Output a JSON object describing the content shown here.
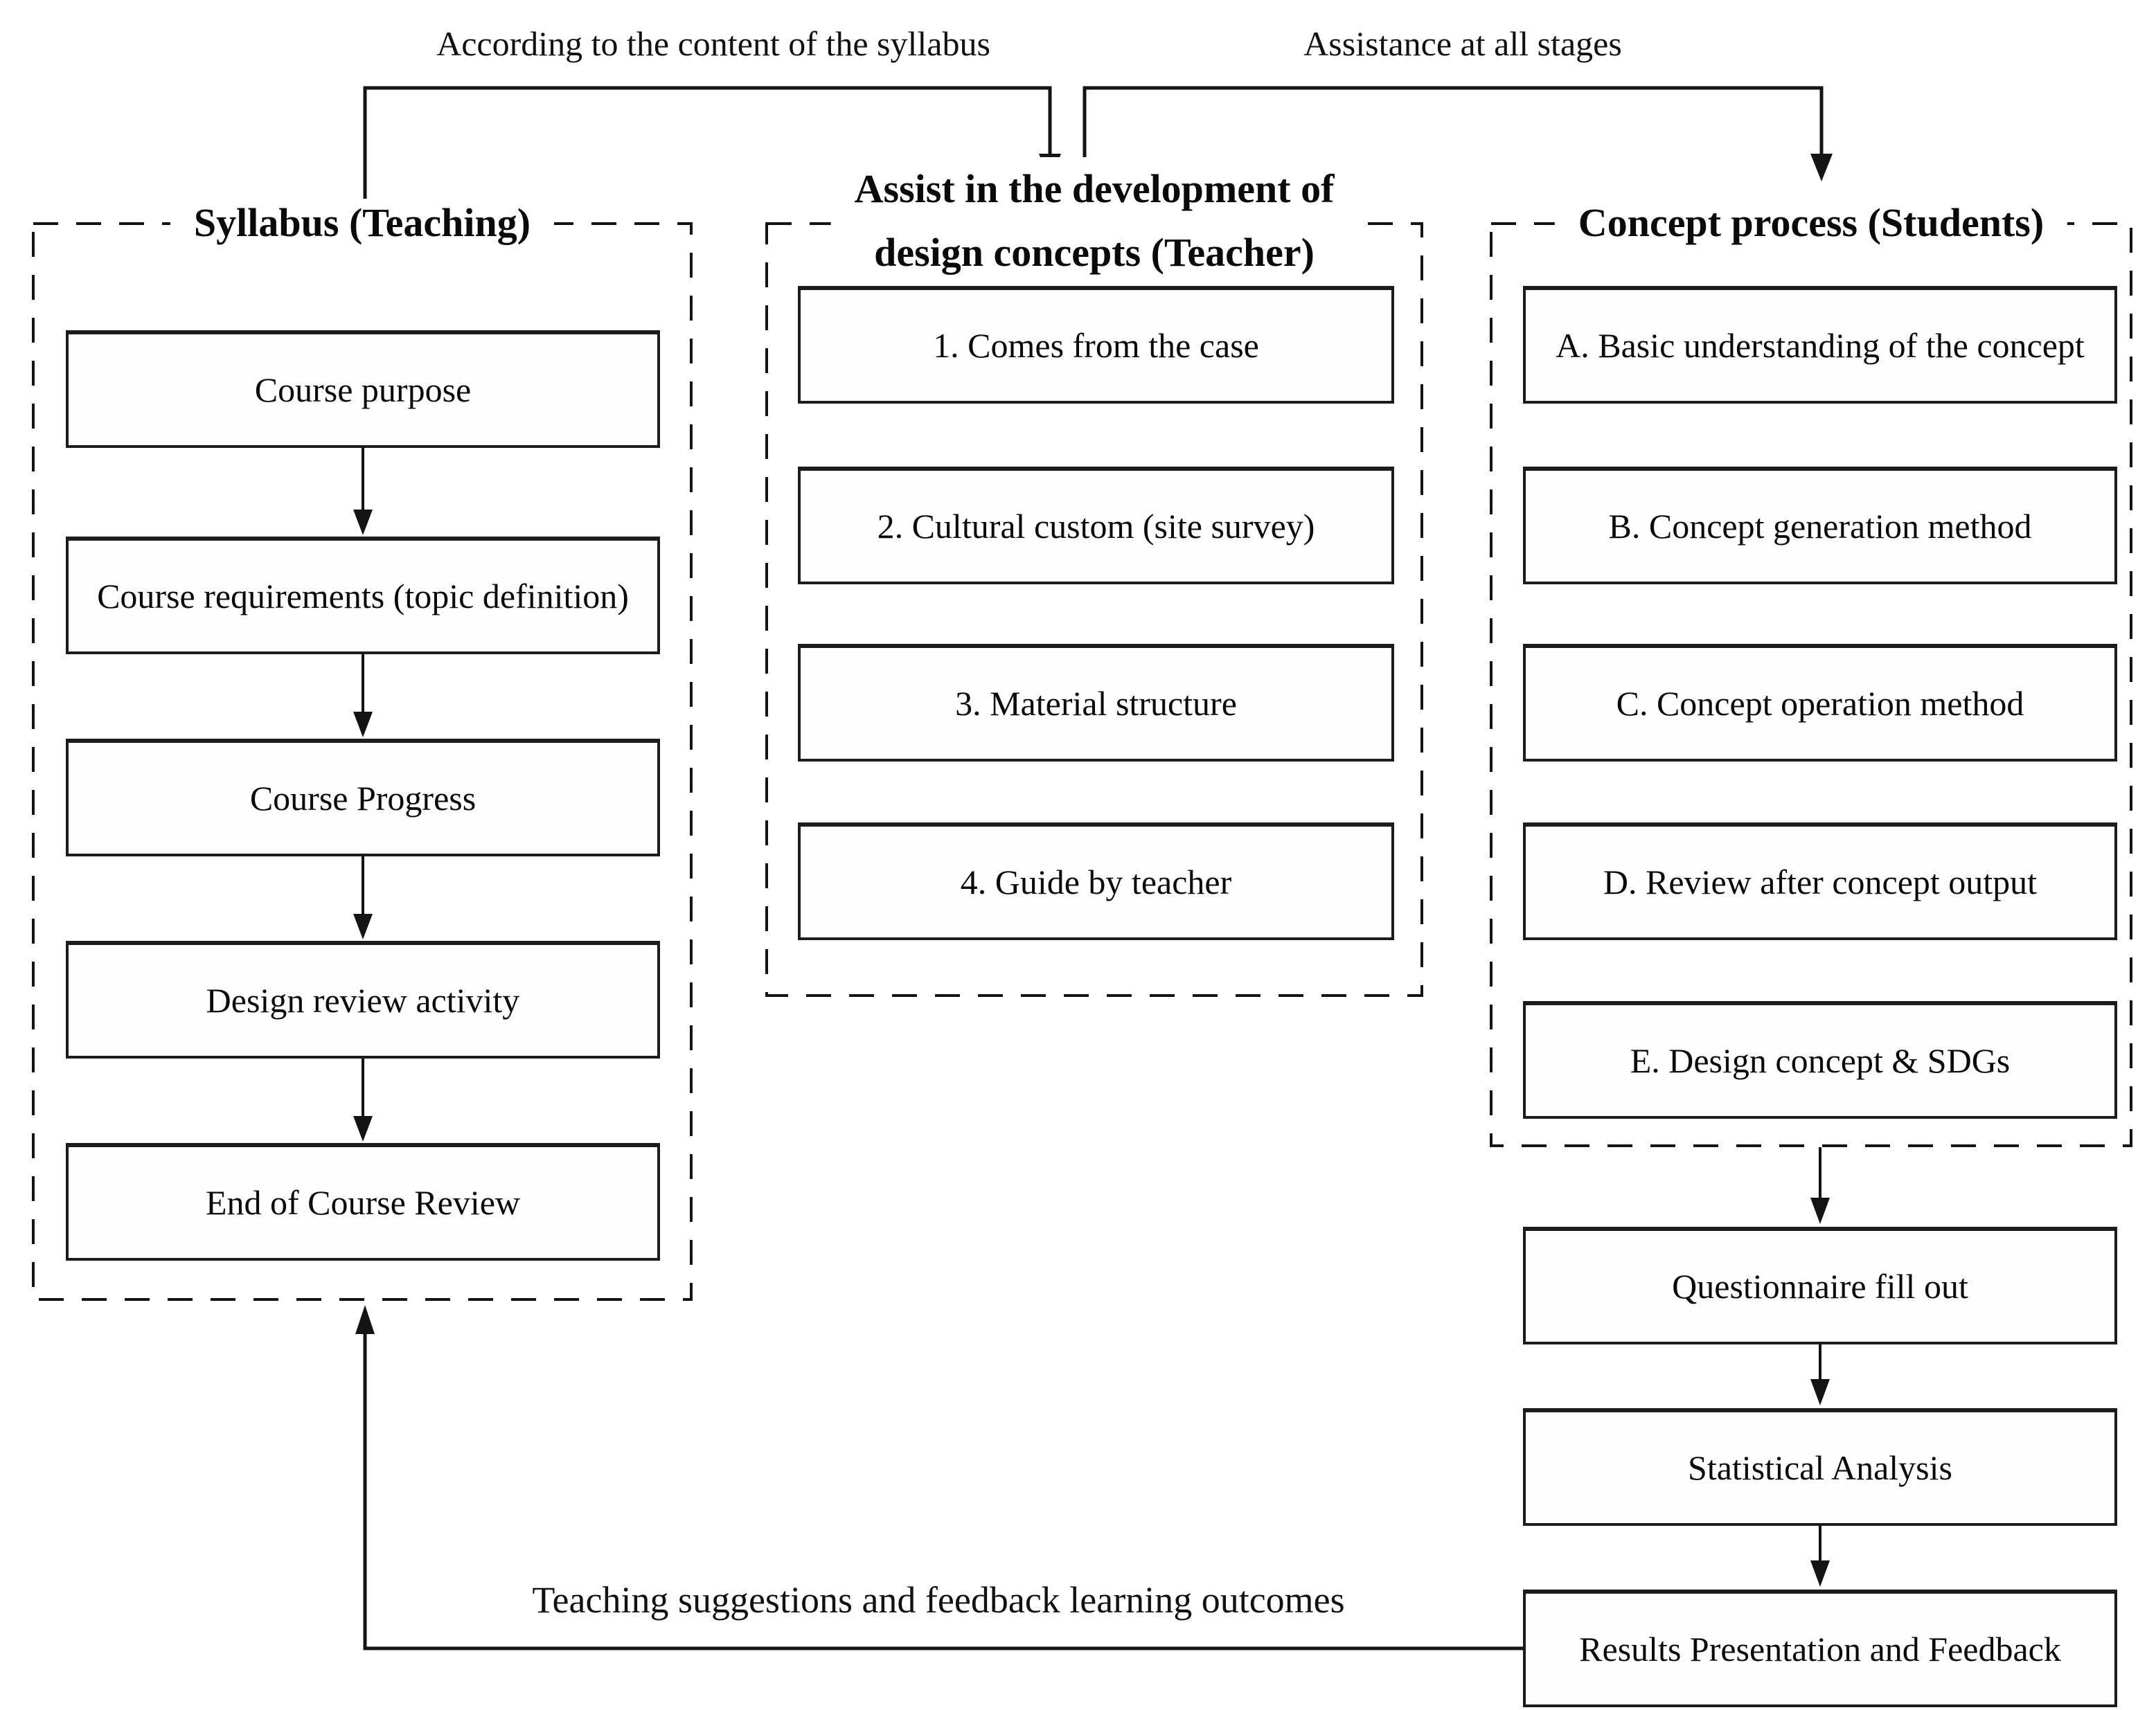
{
  "top_labels": {
    "left": "According to the content of the syllabus",
    "right": "Assistance at all stages"
  },
  "columns": {
    "syllabus": {
      "title": "Syllabus (Teaching)",
      "boxes": [
        "Course purpose",
        "Course requirements (topic definition)",
        "Course Progress",
        "Design review activity",
        "End of Course Review"
      ]
    },
    "assist": {
      "title_line1": "Assist in the development of",
      "title_line2": "design concepts (Teacher)",
      "boxes": [
        "1. Comes from the case",
        "2. Cultural custom (site survey)",
        "3. Material structure",
        "4. Guide by teacher"
      ]
    },
    "concept": {
      "title": "Concept process (Students)",
      "boxes": [
        "A. Basic understanding of the concept",
        "B. Concept generation method",
        "C. Concept operation method",
        "D. Review after concept output",
        "E. Design concept & SDGs"
      ]
    }
  },
  "bottom_flow": {
    "boxes": [
      "Questionnaire fill out",
      "Statistical Analysis",
      "Results Presentation and Feedback"
    ]
  },
  "feedback_label": "Teaching suggestions and feedback learning outcomes",
  "colors": {
    "line": "#141414",
    "background": "#ffffff"
  }
}
